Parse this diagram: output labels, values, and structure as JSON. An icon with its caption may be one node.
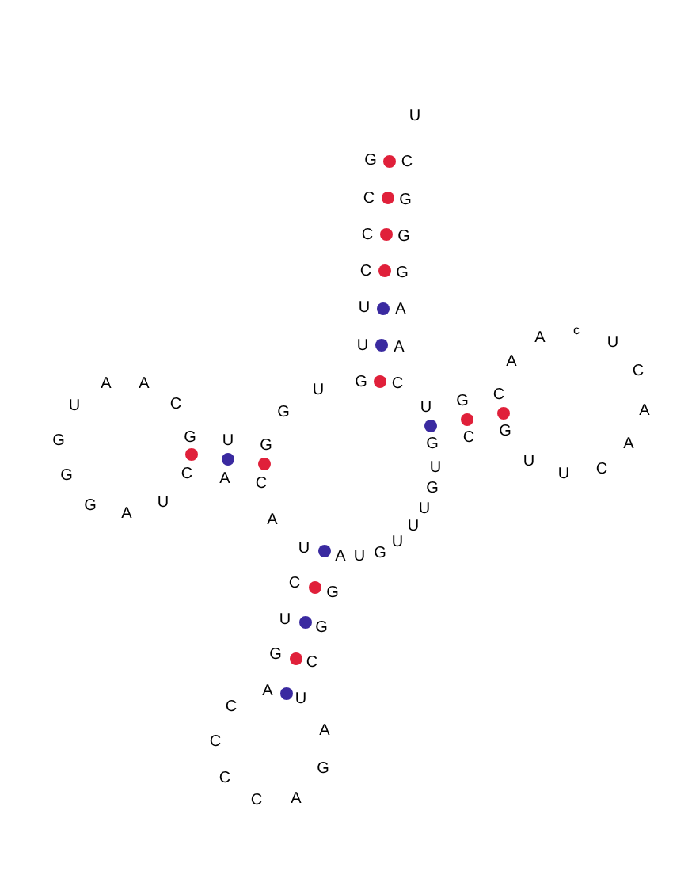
{
  "diagram": {
    "labels": [
      "U",
      "G",
      "C",
      "C",
      "G",
      "C",
      "G",
      "C",
      "G",
      "U",
      "A",
      "c",
      "A",
      "U",
      "U",
      "A",
      "A",
      "C",
      "G",
      "A",
      "A",
      "C",
      "U",
      "C",
      "G",
      "C",
      "U",
      "U",
      "A",
      "G",
      "G",
      "G",
      "C",
      "U",
      "G",
      "G",
      "A",
      "G",
      "U",
      "U",
      "C",
      "C",
      "U",
      "G",
      "A",
      "C",
      "G",
      "U",
      "G",
      "U",
      "A",
      "A",
      "U",
      "U",
      "U",
      "G",
      "A",
      "U",
      "C",
      "G",
      "U",
      "G",
      "G",
      "C",
      "A",
      "U",
      "C",
      "A",
      "C",
      "G",
      "C",
      "A",
      "C"
    ]
  }
}
